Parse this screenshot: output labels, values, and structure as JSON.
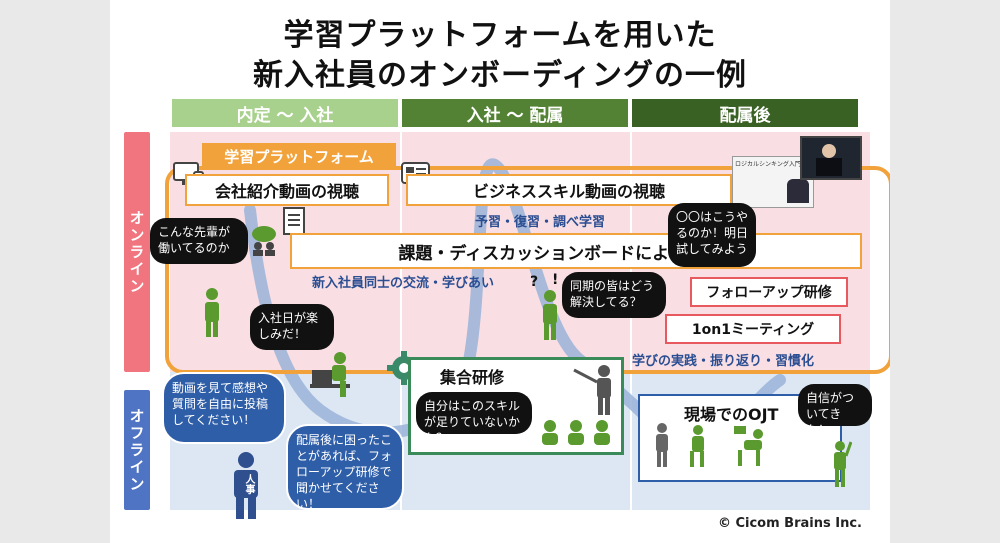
{
  "title_lines": [
    "学習プラットフォームを用いた",
    "新入社員のオンボーディングの一例"
  ],
  "phases": [
    "内定 〜 入社",
    "入社 〜 配属",
    "配属後"
  ],
  "side_labels": {
    "online": "オンライン",
    "offline": "オフライン"
  },
  "platform_label": "学習プラットフォーム",
  "boxes": {
    "company_video": "会社紹介動画の視聴",
    "business_video": "ビジネススキル動画の視聴",
    "discussion": "課題・ディスカッションボードによる協働学習",
    "followup": "フォローアップ研修",
    "one_on_one": "1on1ミーティング",
    "group_training": "集合研修",
    "ojt": "現場でのOJT"
  },
  "captions": {
    "review": "予習・復習・調べ学習",
    "exchange": "新入社員同士の交流・学びあい",
    "practice": "学びの実践・振り返り・習慣化"
  },
  "bubbles": {
    "seniors": "こんな先輩が働いてるのか",
    "join_day": "入社日が楽しみだ！",
    "question": "〇〇はこうやるのか！明日試してみよう",
    "peers": "同期の皆はどう解決してる？",
    "skill": "自分はこのスキルが足りていないかも？",
    "confidence": "自信がついてきた！",
    "hr1": "動画を見て感想や質問を自由に投稿してください！",
    "hr2": "配属後に困ったことがあれば、フォローアップ研修で聞かせてください！"
  },
  "marks": [
    "?",
    "!"
  ],
  "hr_label": "人事",
  "video_thumb_title": "ロジカルシンキング入門",
  "copyright": "© Cicom Brains Inc.",
  "colors": {
    "phase1": "#a9d18e",
    "phase2": "#548235",
    "phase3": "#3a6124",
    "online": "#f0757f",
    "offline": "#4f74c4",
    "platform": "#f2a23a",
    "online_band": "#f9dfe3",
    "offline_band": "#dce7f3",
    "person": "#5a9a2e",
    "hr": "#2f4f8f"
  }
}
